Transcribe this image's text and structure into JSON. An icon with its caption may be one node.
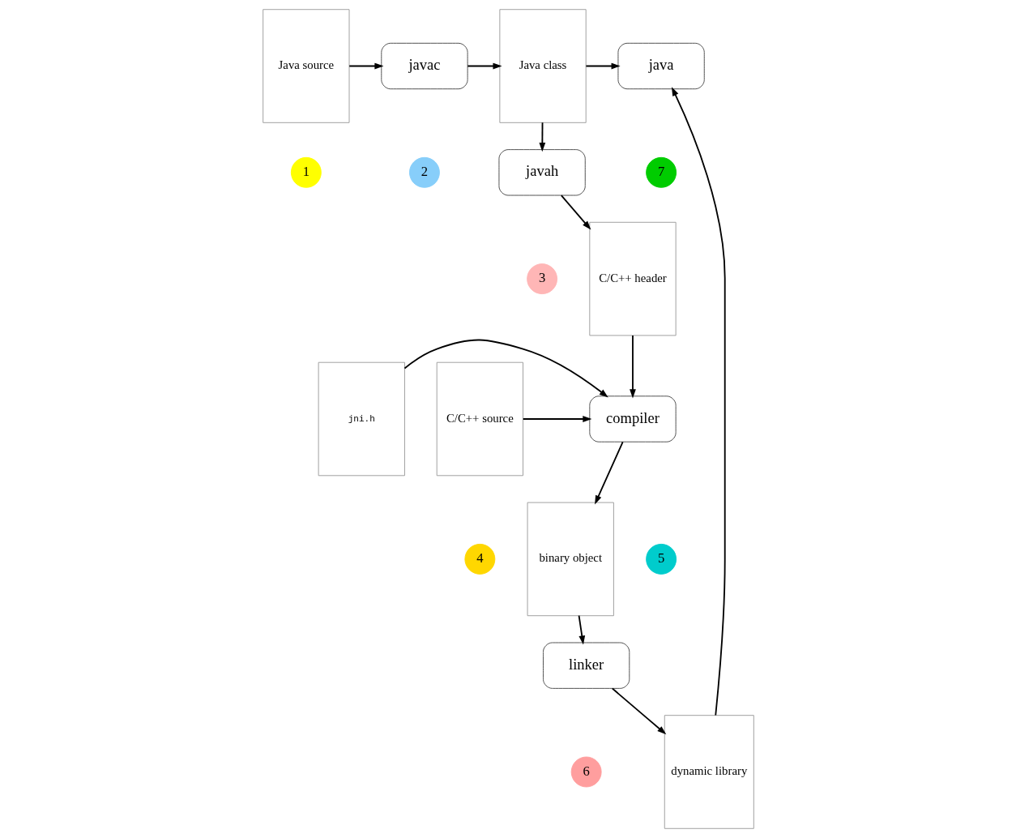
{
  "diagram": {
    "nodes": [
      {
        "text": [
          "Java source"
        ]
      },
      {
        "text": [
          "javac"
        ]
      },
      {
        "text": [
          "Java class"
        ]
      },
      {
        "text": [
          "javah"
        ]
      },
      {
        "text": [
          "C/C++ header"
        ]
      },
      {
        "text": [
          "C/C++ source"
        ]
      },
      {
        "text": [
          "compiler"
        ]
      },
      {
        "text": [
          "jni.h"
        ]
      },
      {
        "text": [
          "binary object"
        ]
      },
      {
        "text": [
          "linker"
        ]
      },
      {
        "text": [
          "dynamic library"
        ]
      },
      {
        "text": [
          "java"
        ]
      },
      {
        "text": [
          "1"
        ]
      },
      {
        "text": [
          "2"
        ]
      },
      {
        "text": [
          "3"
        ]
      },
      {
        "text": [
          "4"
        ]
      },
      {
        "text": [
          "5"
        ]
      },
      {
        "text": [
          "6"
        ]
      },
      {
        "text": [
          "7"
        ]
      }
    ],
    "edges": [
      {
        "from": 0,
        "to": 1,
        "arrow": "to"
      },
      {
        "from": 1,
        "to": 2,
        "arrow": "to"
      },
      {
        "from": 2,
        "to": 11,
        "arrow": "to"
      },
      {
        "from": 2,
        "to": 3,
        "arrow": "to"
      },
      {
        "from": 3,
        "to": 4,
        "arrow": "to"
      },
      {
        "from": 4,
        "to": 6,
        "arrow": "to"
      },
      {
        "from": 5,
        "to": 6,
        "arrow": "to"
      },
      {
        "from": 7,
        "to": 6,
        "arrow": "to"
      },
      {
        "from": 6,
        "to": 8,
        "arrow": "to"
      },
      {
        "from": 8,
        "to": 9,
        "arrow": "to"
      },
      {
        "from": 9,
        "to": 10,
        "arrow": "to"
      },
      {
        "from": 10,
        "to": 11,
        "arrow": "to"
      }
    ]
  }
}
